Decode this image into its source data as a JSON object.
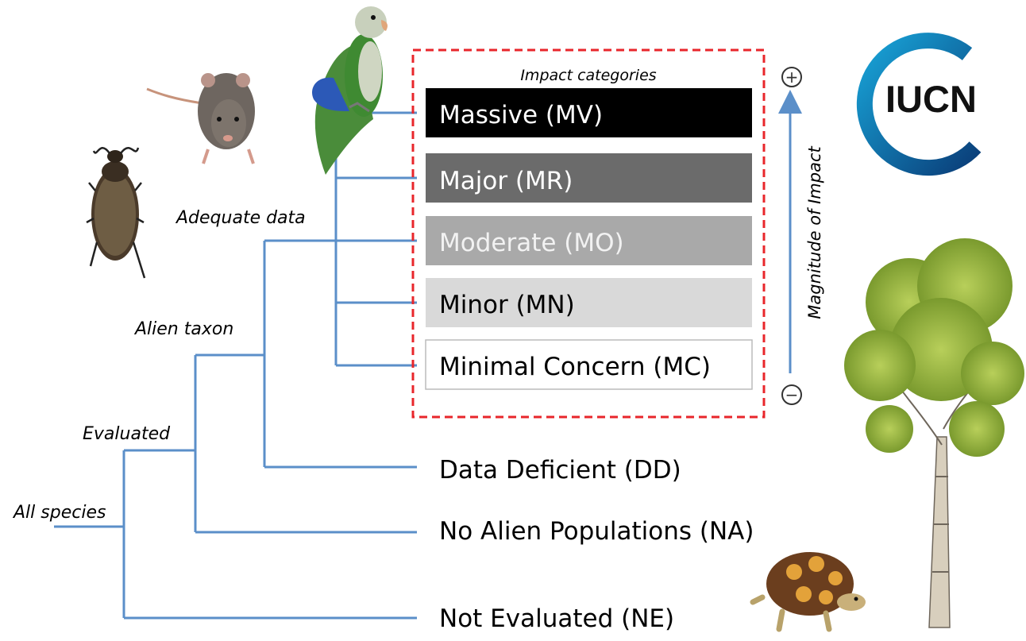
{
  "tree_labels": {
    "all_species": "All species",
    "evaluated": "Evaluated",
    "alien_taxon": "Alien taxon",
    "adequate_data": "Adequate data"
  },
  "impact_panel": {
    "title": "Impact categories",
    "categories": [
      {
        "label": "Massive (MV)",
        "fill": "#000000",
        "text_color": "#ffffff"
      },
      {
        "label": "Major (MR)",
        "fill": "#6b6b6b",
        "text_color": "#ffffff"
      },
      {
        "label": "Moderate (MO)",
        "fill": "#a9a9a9",
        "text_color": "#f2f2f2"
      },
      {
        "label": "Minor (MN)",
        "fill": "#d9d9d9",
        "text_color": "#000000"
      },
      {
        "label": "Minimal Concern (MC)",
        "fill": "#ffffff",
        "text_color": "#000000"
      }
    ],
    "border_color": "#e8262b"
  },
  "outcomes": {
    "data_deficient": "Data Deficient (DD)",
    "no_alien_populations": "No Alien Populations (NA)",
    "not_evaluated": "Not Evaluated (NE)"
  },
  "magnitude_axis": {
    "label": "Magnitude of Impact",
    "plus_symbol": "+",
    "minus_symbol": "−"
  },
  "logo": {
    "text": "IUCN"
  },
  "illustrations": [
    "rat",
    "parrot",
    "beetle",
    "tree",
    "tortoise"
  ],
  "colors": {
    "tree_line": "#5b8fc9",
    "arrow": "#5b8fc9",
    "logo_blue": "#1478b8"
  }
}
